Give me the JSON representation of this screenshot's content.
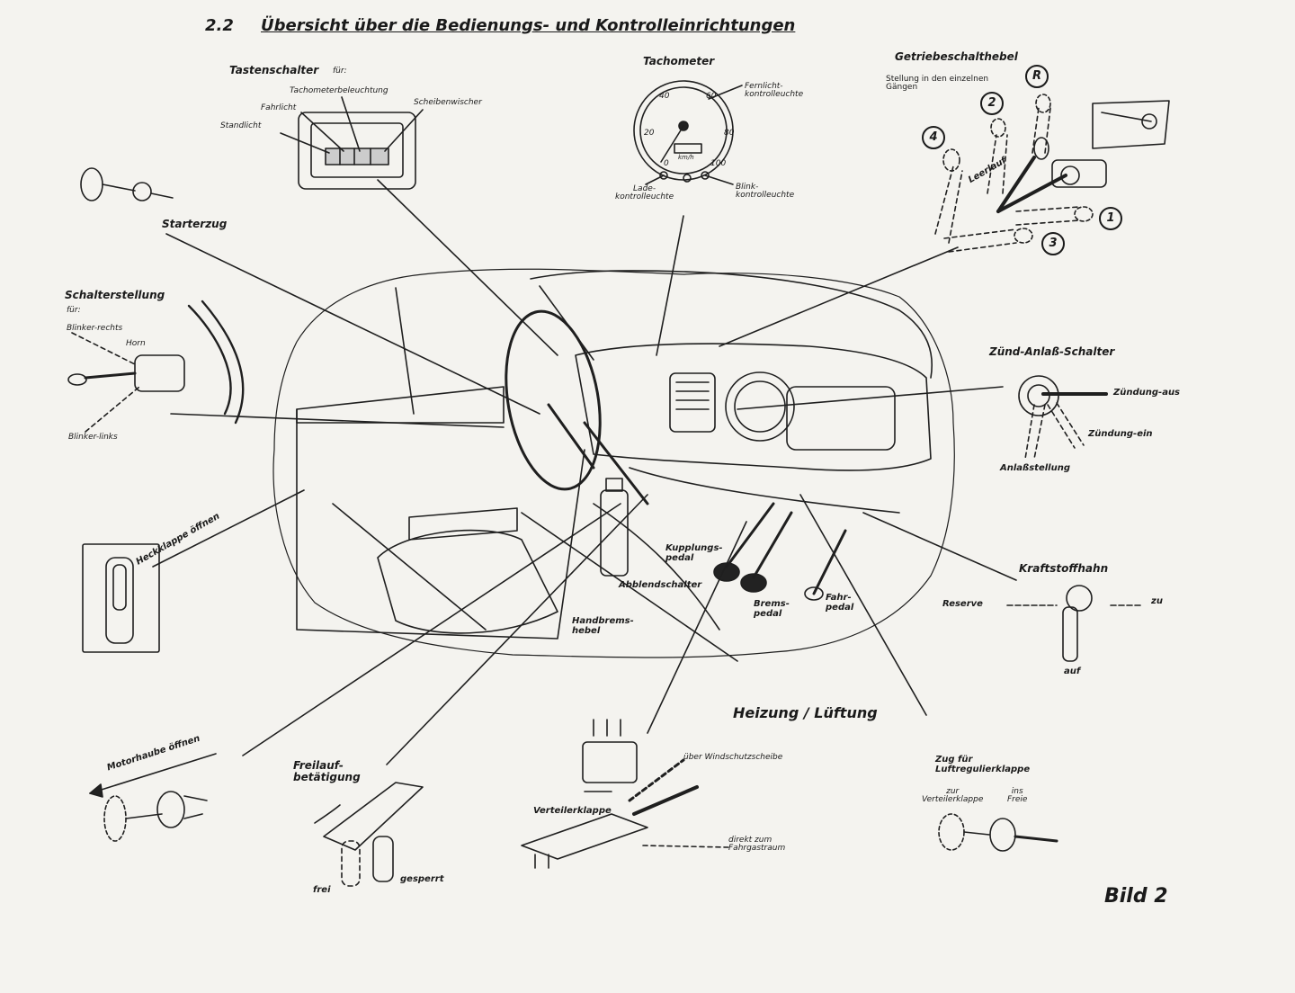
{
  "title": {
    "number": "2.2",
    "text": "Übersicht über die Bedienungs- und Kontrolleinrichtungen"
  },
  "labels": {
    "tastenschalter": "Tastenschalter",
    "fuer": "für:",
    "tachobeleuchtung": "Tachometerbeleuchtung",
    "fahrlicht": "Fahrlicht",
    "scheibenwischer": "Scheibenwischer",
    "standlicht": "Standlicht",
    "starterzug": "Starterzug",
    "tachometer": "Tachometer",
    "fernlicht": "Fernlicht-\nkontrolleuchte",
    "lade": "Lade-\nkontrolleuchte",
    "blink": "Blink-\nkontrolleuchte",
    "getriebe": "Getriebeschalthebel",
    "stellung": "Stellung in den einzelnen\nGängen",
    "leerlauf": "Leerlauf",
    "schalterstellung": "Schalterstellung",
    "fuer2": "für:",
    "blinker_rechts": "Blinker-rechts",
    "horn": "Horn",
    "blinker_links": "Blinker-links",
    "zuend": "Zünd-Anlaß-Schalter",
    "zuendung_aus": "Zündung-aus",
    "zuendung_ein": "Zündung-ein",
    "anlass": "Anlaßstellung",
    "heckklappe": "Heckklappe öffnen",
    "kupplung": "Kupplungs-\npedal",
    "abblend": "Abblendschalter",
    "brems": "Brems-\npedal",
    "fahr": "Fahr-\npedal",
    "handbrems": "Handbrems-\nhebel",
    "kraftstoff": "Kraftstoffhahn",
    "reserve": "Reserve",
    "zu": "zu",
    "auf": "auf",
    "heizung": "Heizung / Lüftung",
    "motorhaube": "Motorhaube öffnen",
    "freilauf": "Freilauf-\nbetätigung",
    "frei": "frei",
    "gesperrt": "gesperrt",
    "windschutz": "über Windschutzscheibe",
    "verteiler": "Verteilerklappe",
    "direkt": "direkt zum\nFahrgastraum",
    "zug": "Zug für\nLuftregulierklappe",
    "zur_verteiler": "zur\nVerteilerklappe",
    "ins_freie": "ins\nFreie",
    "bild": "Bild 2"
  },
  "gears": [
    "R",
    "2",
    "4",
    "1",
    "3"
  ],
  "speedo": {
    "ticks": [
      "0",
      "20",
      "40",
      "60",
      "80",
      "100"
    ],
    "unit": "km/h"
  }
}
